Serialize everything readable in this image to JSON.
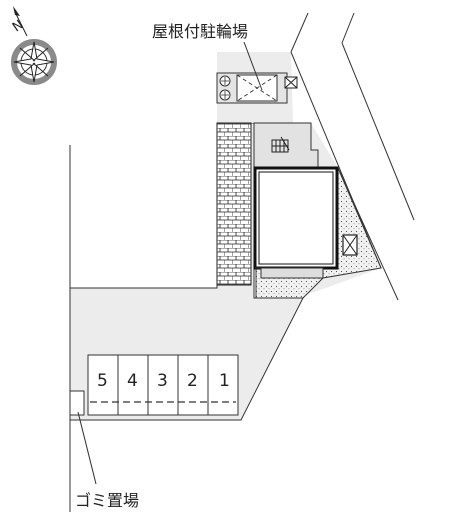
{
  "labels": {
    "bicycle_parking": "屋根付駐輪場",
    "garbage_area": "ゴミ置場"
  },
  "compass": {
    "north_letter": "N"
  },
  "parking_spaces": [
    "5",
    "4",
    "3",
    "2",
    "1"
  ],
  "colors": {
    "lot": "#ececec",
    "building_wall": "#111111",
    "line": "#333333",
    "dotted_ground": "#d8d8d8",
    "compass_ring": "#8a8a8a"
  }
}
